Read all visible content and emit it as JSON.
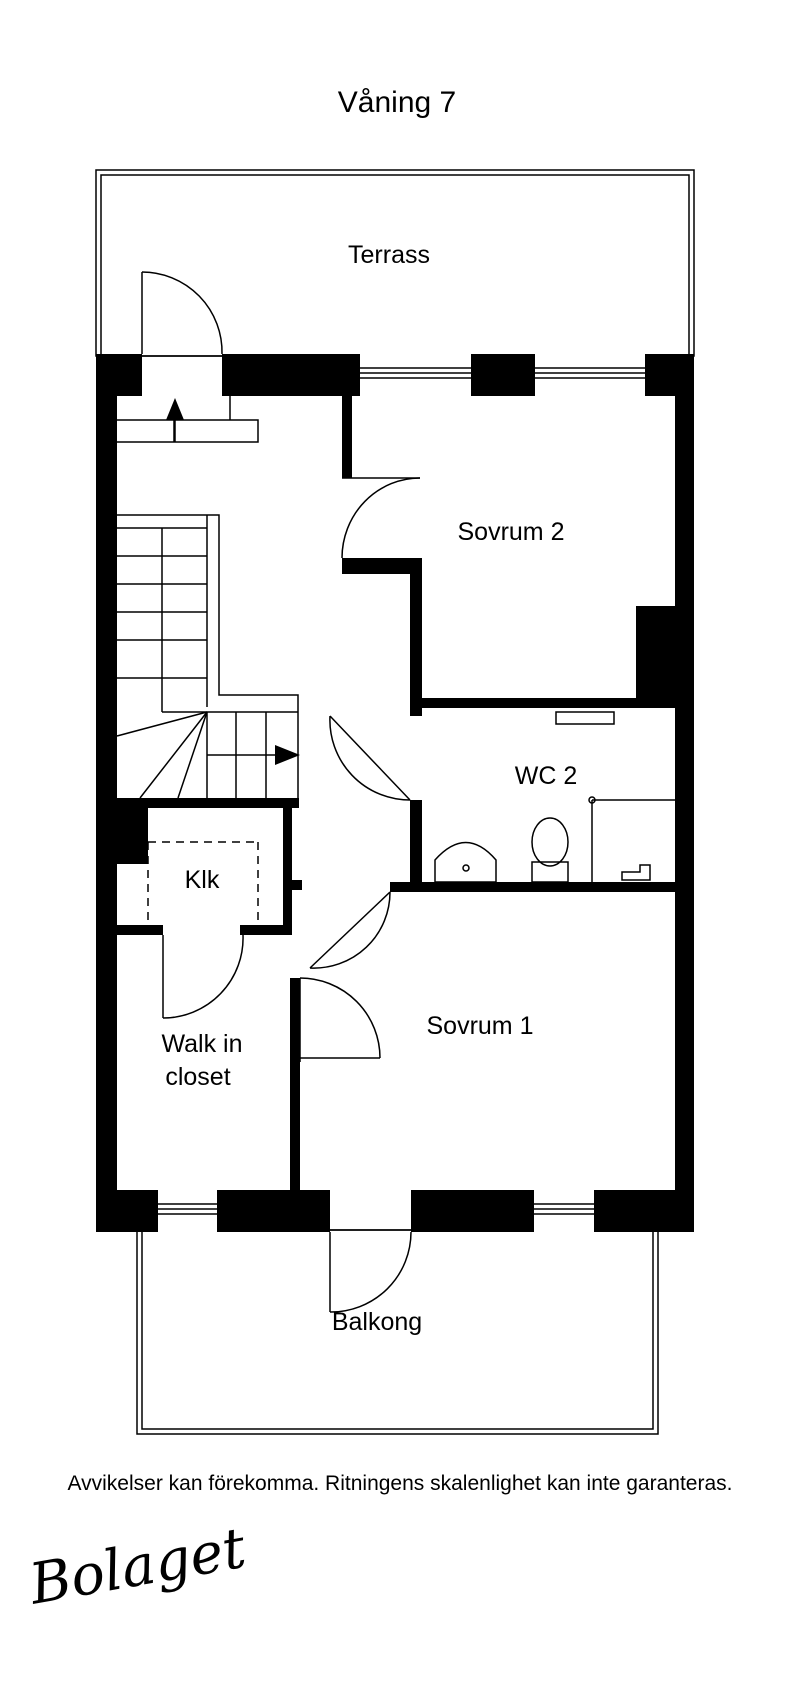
{
  "floor_title": "Våning 7",
  "rooms": {
    "terrace": "Terrass",
    "bedroom2": "Sovrum 2",
    "wc2": "WC 2",
    "closet_small": "Klk",
    "walk_in_line1": "Walk in",
    "walk_in_line2": "closet",
    "bedroom1": "Sovrum 1",
    "balcony": "Balkong"
  },
  "disclaimer": "Avvikelser kan förekomma. Ritningens skalenlighet kan inte garanteras.",
  "brand": "Bolaget",
  "colors": {
    "wall": "#000000",
    "line": "#000000",
    "background": "#ffffff"
  }
}
